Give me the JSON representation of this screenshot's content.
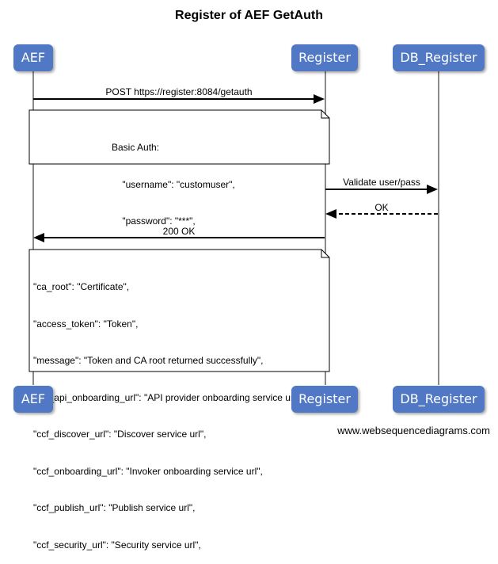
{
  "title": "Register of AEF GetAuth",
  "participants": {
    "aef": "AEF",
    "register": "Register",
    "db_register": "DB_Register"
  },
  "messages": {
    "post": "POST https://register:8084/getauth",
    "validate": "Validate user/pass",
    "ok": "OK",
    "ok200": "200 OK"
  },
  "notes": {
    "request": [
      "Basic Auth:",
      "    \"username\": \"customuser\",",
      "    \"password\": \"***\","
    ],
    "response": [
      "\"ca_root\": \"Certificate\",",
      "\"access_token\": \"Token\",",
      "\"message\": \"Token and CA root returned successfully\",",
      "\"ccf_api_onboarding_url\": \"API provider onboarding service url\",",
      "\"ccf_discover_url\": \"Discover service url\",",
      "\"ccf_onboarding_url\": \"Invoker onboarding service url\",",
      "\"ccf_publish_url\": \"Publish service url\",",
      "\"ccf_security_url\": \"Security service url\","
    ]
  },
  "footer": "www.websequencediagrams.com",
  "colors": {
    "actor_fill": "#5078c4",
    "actor_text": "#ffffff",
    "lifeline": "#8a8a8a",
    "arrow": "#000000"
  }
}
